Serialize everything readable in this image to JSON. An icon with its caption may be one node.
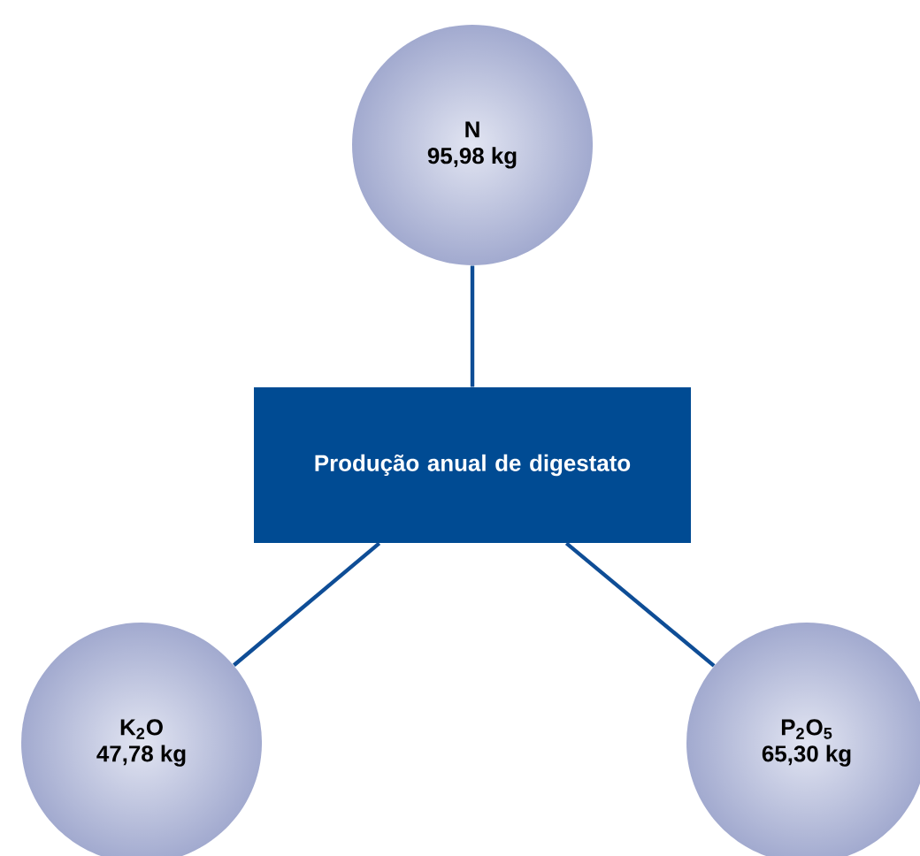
{
  "diagram": {
    "nodes": [
      {
        "text": [
          "N",
          "95,98 kg"
        ]
      },
      {
        "text": [
          "Produção anual de digestato"
        ]
      },
      {
        "text": [
          "K$_{2}$O",
          "47,78 kg"
        ]
      },
      {
        "text": [
          "P$_{2}$O$_{5}$",
          "65,30 kg"
        ]
      }
    ],
    "edges": [
      {
        "from": 1,
        "to": 0,
        "arrow": "none"
      },
      {
        "from": 1,
        "to": 2,
        "arrow": "none"
      },
      {
        "from": 1,
        "to": 3,
        "arrow": "none"
      }
    ]
  }
}
